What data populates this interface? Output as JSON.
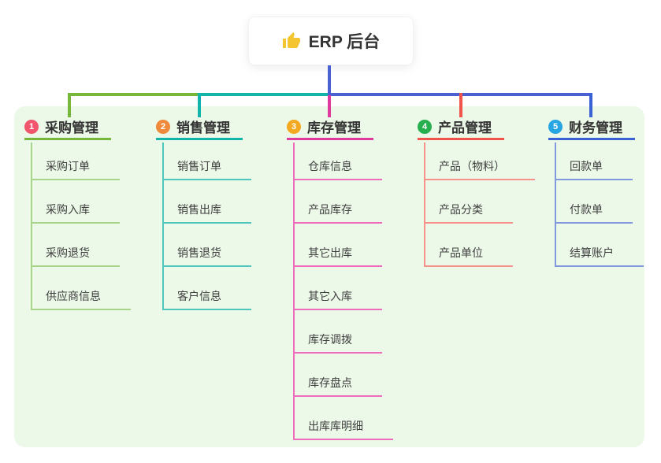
{
  "root": {
    "label": "ERP 后台",
    "icon": "thumbs-up",
    "icon_color": "#f4c431"
  },
  "canvas": {
    "panel_bg": "#ecf8e8",
    "trunk_color": "#4a61d1"
  },
  "branches": [
    {
      "badge": "1",
      "label": "采购管理",
      "badge_color": "#f1566d",
      "line_color": "#77b83c",
      "child_line_color": "#a9d58a",
      "children": [
        "采购订单",
        "采购入库",
        "采购退货",
        "供应商信息"
      ]
    },
    {
      "badge": "2",
      "label": "销售管理",
      "badge_color": "#ef8a3d",
      "line_color": "#13b5ab",
      "child_line_color": "#4ec6bc",
      "children": [
        "销售订单",
        "销售出库",
        "销售退货",
        "客户信息"
      ]
    },
    {
      "badge": "3",
      "label": "库存管理",
      "badge_color": "#f4a922",
      "line_color": "#df3a9e",
      "child_line_color": "#ee6cba",
      "children": [
        "仓库信息",
        "产品库存",
        "其它出库",
        "其它入库",
        "库存调拨",
        "库存盘点",
        "出库库明细"
      ]
    },
    {
      "badge": "4",
      "label": "产品管理",
      "badge_color": "#27ae4f",
      "line_color": "#f1544b",
      "child_line_color": "#f7928b",
      "children": [
        "产品（物料）",
        "产品分类",
        "产品单位"
      ]
    },
    {
      "badge": "5",
      "label": "财务管理",
      "badge_color": "#27a5e2",
      "line_color": "#3b62d4",
      "child_line_color": "#8199dc",
      "children": [
        "回款单",
        "付款单",
        "结算账户"
      ]
    }
  ]
}
